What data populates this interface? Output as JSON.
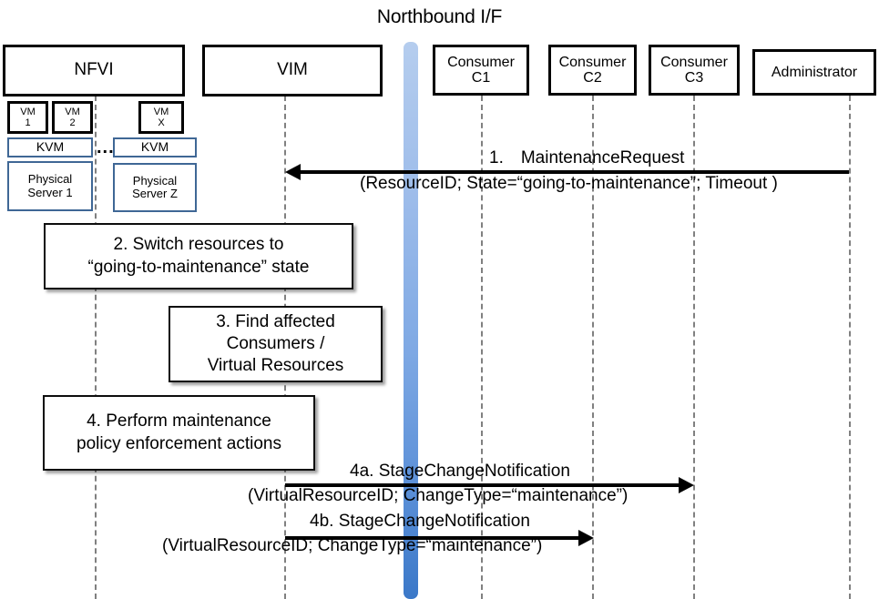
{
  "diagram": {
    "title": "Northbound I/F",
    "type": "uml-sequence-diagram"
  },
  "participants": [
    {
      "id": "nfvi",
      "label": "NFVI"
    },
    {
      "id": "vim",
      "label": "VIM"
    },
    {
      "id": "c1",
      "label": "Consumer\nC1",
      "line1": "Consumer",
      "line2": "C1"
    },
    {
      "id": "c2",
      "label": "Consumer\nC2",
      "line1": "Consumer",
      "line2": "C2"
    },
    {
      "id": "c3",
      "label": "Consumer\nC3",
      "line1": "Consumer",
      "line2": "C3"
    },
    {
      "id": "admin",
      "label": "Administrator"
    }
  ],
  "nfvi_internals": {
    "vms": [
      {
        "line1": "VM",
        "line2": "1"
      },
      {
        "line1": "VM",
        "line2": "2"
      },
      {
        "line1": "VM",
        "line2": "X"
      }
    ],
    "hypervisors": [
      {
        "label": "KVM"
      },
      {
        "label": "KVM"
      }
    ],
    "servers": [
      {
        "line1": "Physical",
        "line2": "Server 1"
      },
      {
        "line1": "Physical",
        "line2": "Server Z"
      }
    ],
    "ellipsis": "..."
  },
  "actions": [
    {
      "id": "step2",
      "line1": "2. Switch resources to",
      "line2": "“going-to-maintenance” state"
    },
    {
      "id": "step3",
      "line1": "3. Find affected",
      "line2": "Consumers /",
      "line3": "Virtual Resources"
    },
    {
      "id": "step4",
      "line1": "4. Perform maintenance",
      "line2": "policy enforcement actions"
    }
  ],
  "messages": [
    {
      "id": "msg1",
      "number": "1.",
      "name": "MaintenanceRequest",
      "header": "1. MaintenanceRequest",
      "params": "(ResourceID; State=“going-to-maintenance”; Timeout )",
      "from": "admin",
      "to": "vim",
      "direction": "left"
    },
    {
      "id": "msg4a",
      "number": "4a.",
      "name": "StageChangeNotification",
      "header": "4a. StageChangeNotification",
      "params": "(VirtualResourceID; ChangeType=“maintenance”)",
      "from": "vim",
      "to": "c3",
      "direction": "right"
    },
    {
      "id": "msg4b",
      "number": "4b.",
      "name": "StageChangeNotification",
      "header": "4b. StageChangeNotification",
      "params": "(VirtualResourceID; ChangeType=“maintenance”)",
      "from": "vim",
      "to": "c2",
      "direction": "right"
    }
  ],
  "colors": {
    "nbi_bar_light": "#b5cdee",
    "nbi_bar_dark": "#3b78c8",
    "infra_border": "#3f6795",
    "lifeline": "#808080",
    "stroke": "#000000",
    "background": "#ffffff"
  }
}
